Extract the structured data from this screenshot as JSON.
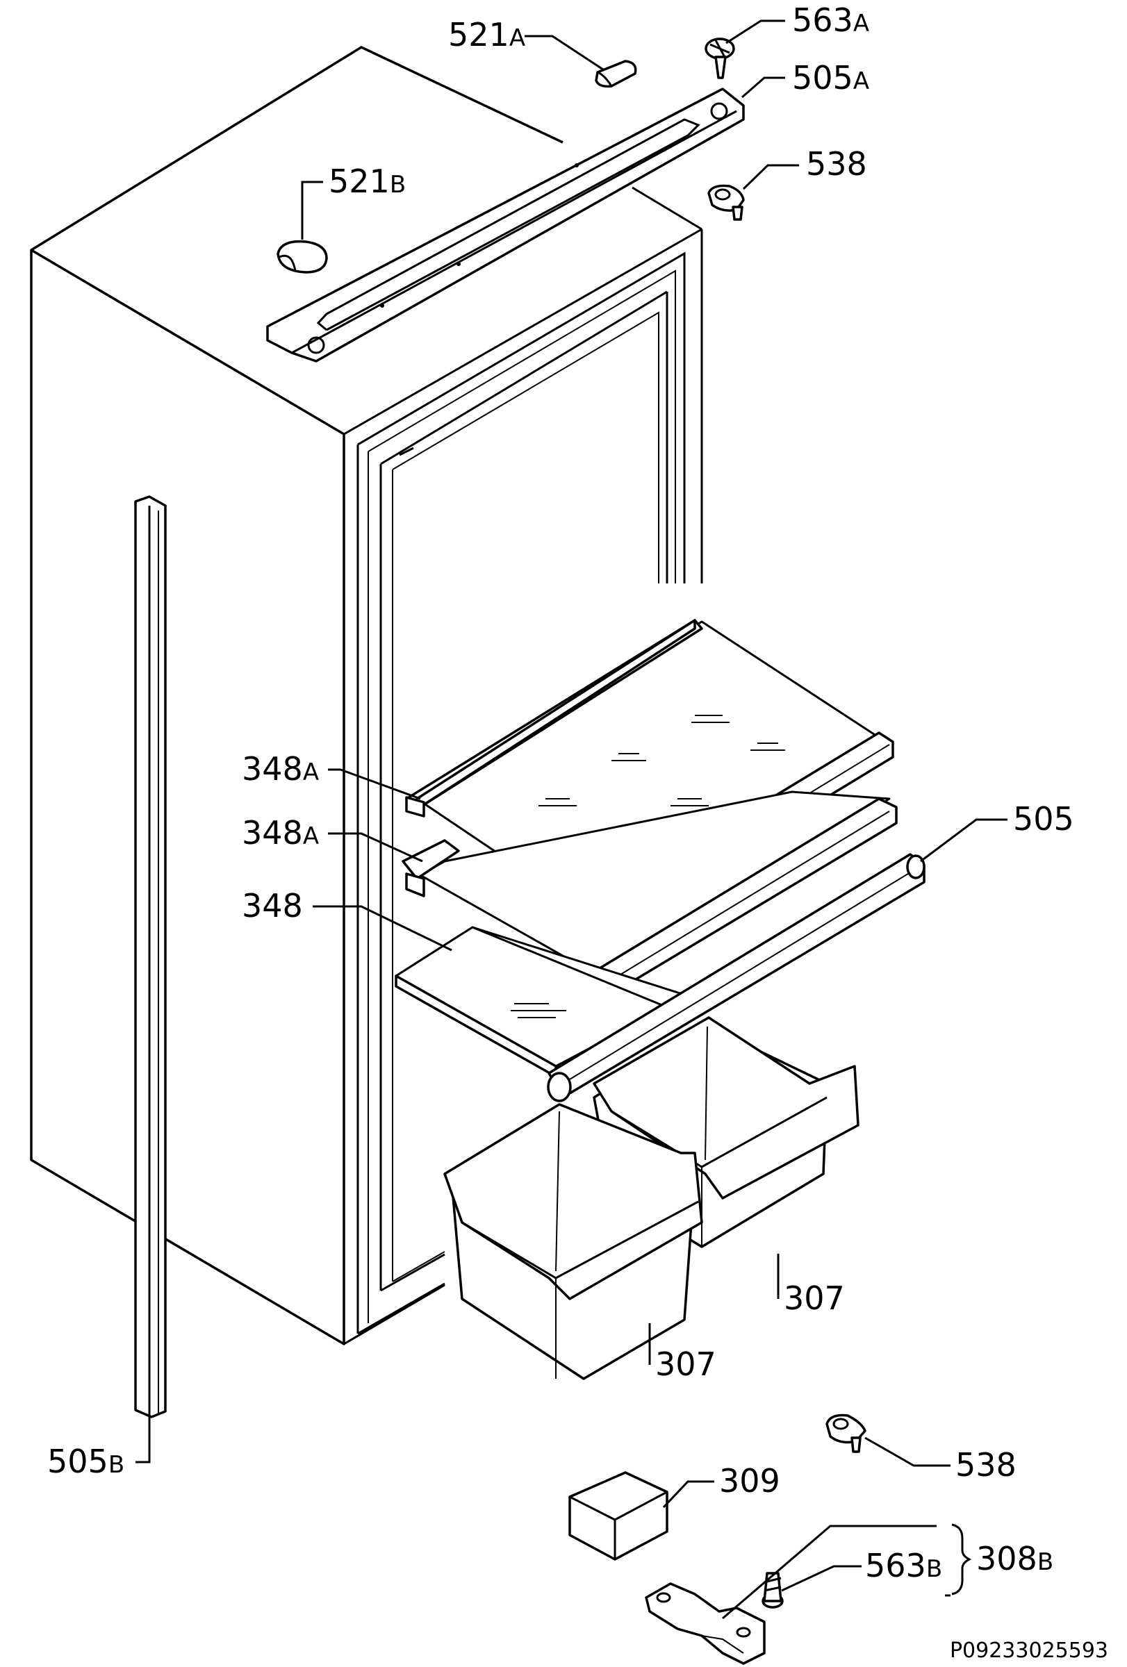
{
  "document_ref": "P09233025593",
  "labels": [
    {
      "id": "521A",
      "num": "521",
      "suffix": "A"
    },
    {
      "id": "563A",
      "num": "563",
      "suffix": "A"
    },
    {
      "id": "505A",
      "num": "505",
      "suffix": "A"
    },
    {
      "id": "538_top",
      "num": "538",
      "suffix": ""
    },
    {
      "id": "521B",
      "num": "521",
      "suffix": "B"
    },
    {
      "id": "348A_1",
      "num": "348",
      "suffix": "A"
    },
    {
      "id": "348A_2",
      "num": "348",
      "suffix": "A"
    },
    {
      "id": "348",
      "num": "348",
      "suffix": ""
    },
    {
      "id": "505",
      "num": "505",
      "suffix": ""
    },
    {
      "id": "307_right",
      "num": "307",
      "suffix": ""
    },
    {
      "id": "307_left",
      "num": "307",
      "suffix": ""
    },
    {
      "id": "505B",
      "num": "505",
      "suffix": "B"
    },
    {
      "id": "538_bottom",
      "num": "538",
      "suffix": ""
    },
    {
      "id": "309",
      "num": "309",
      "suffix": ""
    },
    {
      "id": "308B",
      "num": "308",
      "suffix": "B"
    },
    {
      "id": "563B",
      "num": "563",
      "suffix": "B"
    }
  ]
}
